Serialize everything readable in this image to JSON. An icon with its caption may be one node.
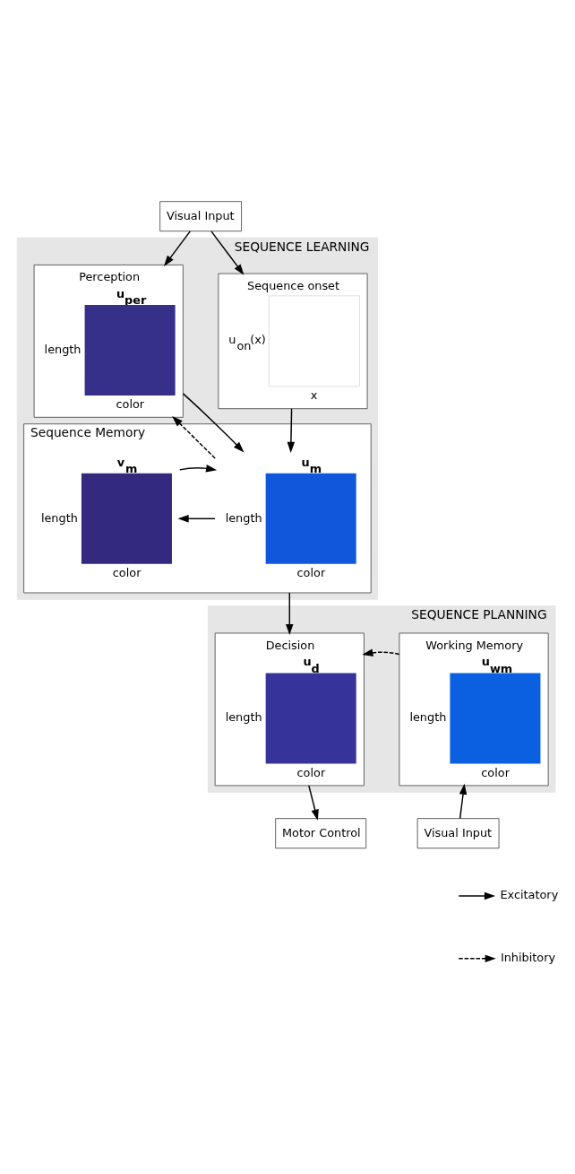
{
  "diagram": {
    "nodes": [
      {
        "text": [
          "Visual Input"
        ]
      },
      {
        "text": [
          "SEQUENCE LEARNING"
        ]
      },
      {
        "text": [
          "Perception",
          "u$_{per}$",
          "length",
          "color"
        ],
        "in": 1
      },
      {
        "text": [
          "Sequence onset",
          "u$_{on}$(x)",
          "x"
        ],
        "in": 1
      },
      {
        "text": [
          "Sequence Memory"
        ],
        "in": 1
      },
      {
        "text": [
          "u$_{m}$",
          "length",
          "color"
        ],
        "in": 4
      },
      {
        "text": [
          "v$_{m}$",
          "length",
          "color"
        ],
        "in": 4
      },
      {
        "text": [
          "SEQUENCE PLANNING"
        ]
      },
      {
        "text": [
          "Decision",
          "u$_{d}$",
          "length",
          "color"
        ],
        "in": 7
      },
      {
        "text": [
          "Working Memory",
          "u$_{wm}$",
          "length",
          "color"
        ],
        "in": 7
      },
      {
        "text": [
          "Motor Control"
        ]
      },
      {
        "text": [
          "Visual Input"
        ]
      }
    ],
    "edges": [
      {
        "from": 0,
        "to": 2,
        "arrow": "to"
      },
      {
        "from": 0,
        "to": 3,
        "arrow": "to"
      },
      {
        "from": 2,
        "to": 5,
        "arrow": "to"
      },
      {
        "from": 5,
        "to": 2,
        "arrow": "to",
        "style": "dashed"
      },
      {
        "from": 3,
        "to": 5,
        "arrow": "to"
      },
      {
        "from": 5,
        "to": 6,
        "arrow": "to"
      },
      {
        "from": 6,
        "to": 5,
        "arrow": "to"
      },
      {
        "from": 4,
        "to": 8,
        "arrow": "to"
      },
      {
        "from": 9,
        "to": 8,
        "arrow": "to",
        "style": "dashed"
      },
      {
        "from": 8,
        "to": 10,
        "arrow": "to"
      },
      {
        "from": 11,
        "to": 9,
        "arrow": "to"
      }
    ],
    "legend": [
      {
        "text": "Excitatory"
      },
      {
        "text": "Inhibitory"
      }
    ]
  }
}
